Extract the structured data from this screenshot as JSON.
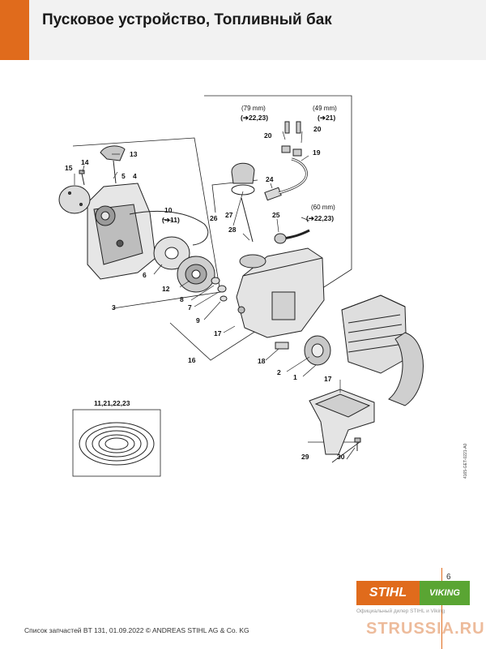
{
  "header": {
    "title": "Пусковое устройство, Топливный бак",
    "accent_color": "#e06b1c"
  },
  "labels": {
    "l1": "1",
    "l2": "2",
    "l3": "3",
    "l4": "4",
    "l5": "5",
    "l6": "6",
    "l7": "7",
    "l8": "8",
    "l9": "9",
    "l10": "10",
    "l10ref": "(➔11)",
    "l12": "12",
    "l13": "13",
    "l14": "14",
    "l15": "15",
    "l16": "16",
    "l17a": "17",
    "l17b": "17",
    "l18": "18",
    "l19": "19",
    "l20a": "20",
    "l20b": "20",
    "l21": "(➔21)",
    "l24": "24",
    "l25": "25",
    "l26": "26",
    "l27": "27",
    "l28": "28",
    "l29": "29",
    "l30": "30",
    "m79": "(79 mm)",
    "m79ref": "(➔22,23)",
    "m49": "(49 mm)",
    "m60": "(60 mm)",
    "m60ref": "(➔22,23)",
    "kit": "11,21,22,23"
  },
  "side_code": "4165-GET-0221-A0",
  "page_number": "6",
  "footer": {
    "text": "Список запчастей BT 131, 01.09.2022 © ANDREAS STIHL AG & Co. KG"
  },
  "logos": {
    "stihl": "STIHL",
    "viking": "VIKING",
    "stihl_color": "#e06b1c",
    "viking_color": "#5aa533"
  },
  "dealer_text": "Официальный дилер STIHL и Viking",
  "watermark": "STRUSSIA.RU"
}
